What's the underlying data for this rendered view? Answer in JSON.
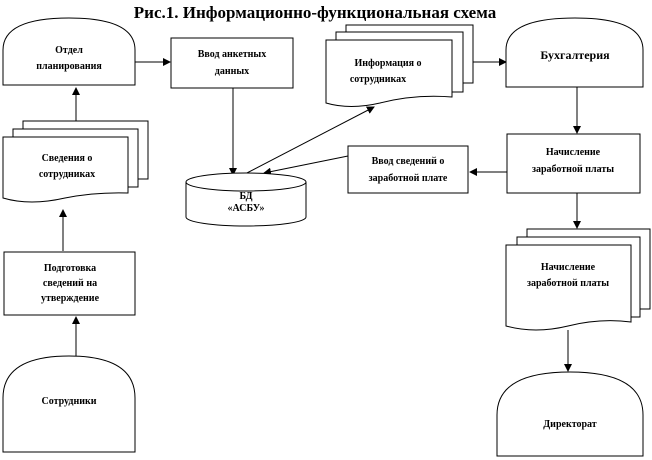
{
  "title": "Рис.1. Информационно-функциональная схема",
  "nodes": {
    "planning": {
      "lines": [
        "Отдел",
        "планирования"
      ]
    },
    "input_forms": {
      "lines": [
        "Ввод анкетных",
        "данных"
      ]
    },
    "employee_info": {
      "lines": [
        "Информация о",
        "сотрудниках"
      ]
    },
    "accounting": {
      "lines": [
        "Бухгалтерия"
      ]
    },
    "payroll_calc": {
      "lines": [
        "Начисление",
        "заработной платы"
      ]
    },
    "salary_input": {
      "lines": [
        "Ввод сведений о",
        "заработной плате"
      ]
    },
    "database": {
      "lines": [
        "БД",
        "«АСБУ»"
      ]
    },
    "payroll_docs": {
      "lines": [
        "Начисление",
        "заработной платы"
      ]
    },
    "directorate": {
      "lines": [
        "Директорат"
      ]
    },
    "employee_data": {
      "lines": [
        "Сведения о",
        "сотрудниках"
      ]
    },
    "preparation": {
      "lines": [
        "Подготовка",
        "сведений на",
        "утверждение"
      ]
    },
    "employees": {
      "lines": [
        "Сотрудники"
      ]
    }
  }
}
